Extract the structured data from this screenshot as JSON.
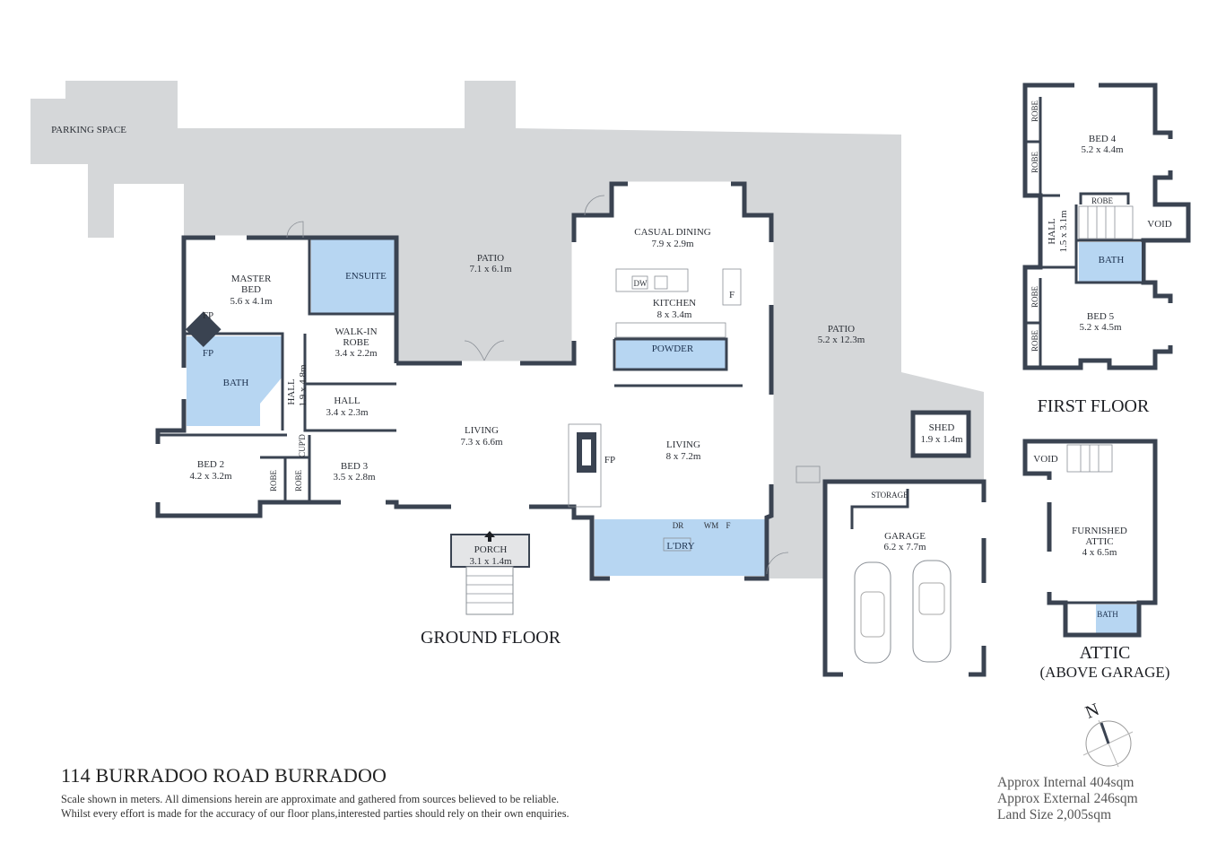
{
  "colors": {
    "wall": "#3a4351",
    "paving": "#d5d7d9",
    "wet_area": "#b7d6f2",
    "background": "#ffffff"
  },
  "outdoor": {
    "parking": "PARKING SPACE",
    "patio_1": {
      "name": "PATIO",
      "dims": "7.1 x 6.1m"
    },
    "patio_2": {
      "name": "PATIO",
      "dims": "5.2 x 12.3m"
    }
  },
  "ground_floor": {
    "title": "GROUND FLOOR",
    "rooms": {
      "master_bed": {
        "name1": "MASTER",
        "name2": "BED",
        "dims": "5.6 x 4.1m"
      },
      "ensuite": {
        "name": "ENSUITE"
      },
      "walk_in_robe": {
        "name1": "WALK-IN",
        "name2": "ROBE",
        "dims": "3.4 x 2.2m"
      },
      "bath": {
        "name": "BATH"
      },
      "hall_1": {
        "name": "HALL",
        "dims": "1.9 x 4.8m"
      },
      "hall_2": {
        "name": "HALL",
        "dims": "3.4 x 2.3m"
      },
      "bed_2": {
        "name": "BED 2",
        "dims": "4.2 x 3.2m"
      },
      "bed_3": {
        "name": "BED 3",
        "dims": "3.5 x 2.8m"
      },
      "robe_1": "ROBE",
      "robe_2": "ROBE",
      "cupboard": "CUP'D",
      "living_1": {
        "name": "LIVING",
        "dims": "7.3 x 6.6m"
      },
      "porch": {
        "name": "PORCH",
        "dims": "3.1 x 1.4m"
      },
      "casual_dining": {
        "name": "CASUAL DINING",
        "dims": "7.9 x 2.9m"
      },
      "kitchen": {
        "name": "KITCHEN",
        "dims": "8 x 3.4m"
      },
      "powder": {
        "name": "POWDER"
      },
      "living_2": {
        "name": "LIVING",
        "dims": "8 x 7.2m"
      },
      "laundry": {
        "name": "L'DRY"
      },
      "garage": {
        "name": "GARAGE",
        "dims": "6.2 x 7.7m"
      },
      "storage": {
        "name": "STORAGE"
      },
      "shed": {
        "name": "SHED",
        "dims": "1.9 x 1.4m"
      }
    },
    "fixtures": {
      "fp": "FP",
      "dw": "DW",
      "fridge": "F",
      "dryer": "DR",
      "washer": "WM"
    }
  },
  "first_floor": {
    "title": "FIRST FLOOR",
    "rooms": {
      "bed_4": {
        "name": "BED 4",
        "dims": "5.2 x 4.4m"
      },
      "bed_5": {
        "name": "BED 5",
        "dims": "5.2 x 4.5m"
      },
      "hall": {
        "name": "HALL",
        "dims": "1.5 x 3.1m"
      },
      "bath": {
        "name": "BATH"
      },
      "void": "VOID",
      "robe": "ROBE"
    }
  },
  "attic": {
    "title": "ATTIC",
    "subtitle": "(ABOVE GARAGE)",
    "rooms": {
      "furnished_attic": {
        "name1": "FURNISHED",
        "name2": "ATTIC",
        "dims": "4 x 6.5m"
      },
      "bath": {
        "name": "BATH"
      },
      "void": "VOID"
    }
  },
  "compass": {
    "label": "N"
  },
  "footer": {
    "address": "114 BURRADOO ROAD BURRADOO",
    "disclaimer_1": "Scale shown in meters. All dimensions herein are approximate and gathered from sources believed to be  reliable.",
    "disclaimer_2": "Whilst every effort is made for the accuracy of our floor plans,interested parties should rely on their own enquiries."
  },
  "stats": {
    "internal": "Approx Internal 404sqm",
    "external": "Approx External 246sqm",
    "land": "Land Size 2,005sqm"
  }
}
